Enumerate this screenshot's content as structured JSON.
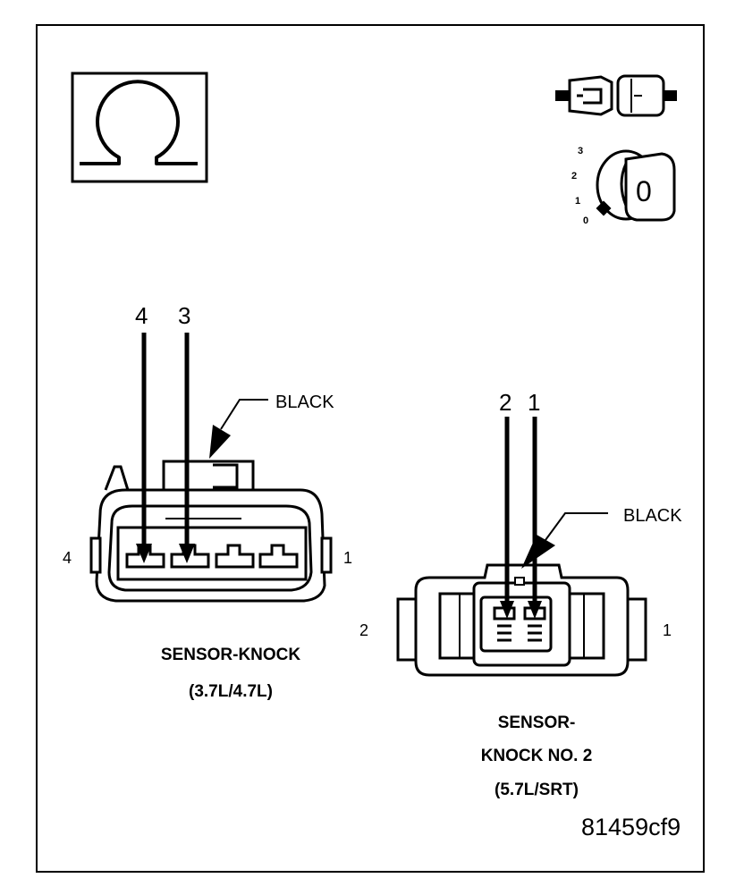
{
  "ohmmeter": {
    "symbol": "Ω"
  },
  "ignition": {
    "dial_positions": [
      "0",
      "1",
      "2",
      "3"
    ],
    "key_label": "0"
  },
  "connector_left": {
    "pin_top_labels": [
      "4",
      "3"
    ],
    "wire_label": "BLACK",
    "side_left": "4",
    "side_right": "1",
    "caption_line1": "SENSOR-KNOCK",
    "caption_line2": "(3.7L/4.7L)"
  },
  "connector_right": {
    "pin_top_labels": [
      "2",
      "1"
    ],
    "wire_label": "BLACK",
    "side_left": "2",
    "side_right": "1",
    "caption_line1": "SENSOR-",
    "caption_line2": "KNOCK NO. 2",
    "caption_line3": "(5.7L/SRT)"
  },
  "figure_id": "81459cf9"
}
